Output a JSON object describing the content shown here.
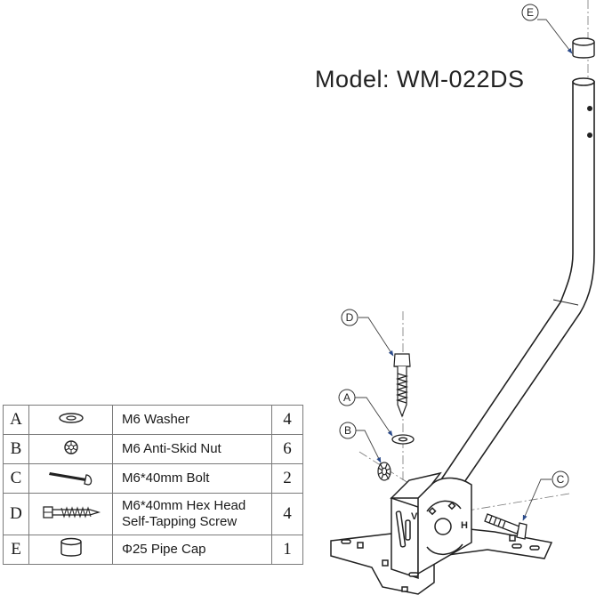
{
  "title": "Model: WM-022DS",
  "callouts": [
    "E",
    "D",
    "A",
    "B",
    "C"
  ],
  "bracket_marks": {
    "v": "V",
    "h": "H"
  },
  "parts": [
    {
      "letter": "A",
      "description": [
        "M6 Washer"
      ],
      "quantity": "4",
      "icon": "washer-icon"
    },
    {
      "letter": "B",
      "description": [
        "M6 Anti-Skid Nut"
      ],
      "quantity": "6",
      "icon": "nut-icon"
    },
    {
      "letter": "C",
      "description": [
        "M6*40mm Bolt"
      ],
      "quantity": "2",
      "icon": "bolt-icon"
    },
    {
      "letter": "D",
      "description": [
        "M6*40mm Hex Head",
        "Self-Tapping Screw"
      ],
      "quantity": "4",
      "icon": "screw-icon"
    },
    {
      "letter": "E",
      "description": [
        "Φ25 Pipe Cap"
      ],
      "quantity": "1",
      "icon": "pipe-cap-icon"
    }
  ]
}
